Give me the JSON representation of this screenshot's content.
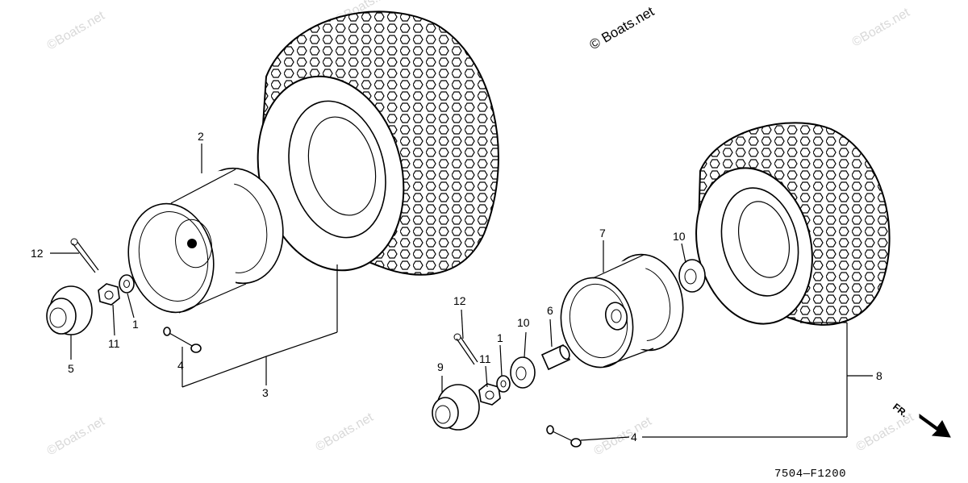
{
  "diagram": {
    "code": "7504—F1200",
    "direction_label": "FR.",
    "watermark": "©Boats.net",
    "watermark_main": "© Boats.net",
    "callouts": {
      "left_1": "1",
      "left_2": "2",
      "left_3": "3",
      "left_4": "4",
      "left_5": "5",
      "left_11": "11",
      "left_12": "12",
      "right_1": "1",
      "right_4": "4",
      "right_6": "6",
      "right_7": "7",
      "right_8": "8",
      "right_9": "9",
      "right_10a": "10",
      "right_10b": "10",
      "right_11": "11",
      "right_12": "12"
    }
  }
}
